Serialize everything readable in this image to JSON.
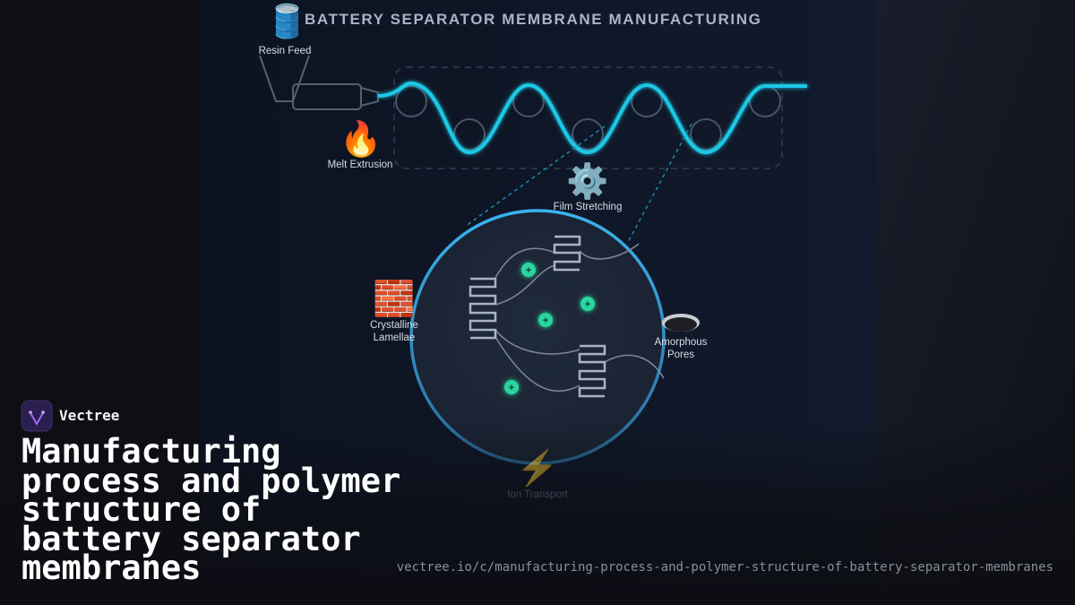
{
  "diagram": {
    "title": "BATTERY SEPARATOR MEMBRANE MANUFACTURING",
    "title_icon": "oil-drum-icon",
    "steps": [
      {
        "label": "Resin Feed",
        "icon": "oil-drum-icon"
      },
      {
        "label": "Melt Extrusion",
        "icon": "fire-icon"
      },
      {
        "label": "Film Stretching",
        "icon": "gear-icon"
      }
    ],
    "structure": {
      "crystalline_label": "Crystalline\nLamellae",
      "crystalline_icon": "brick-icon",
      "amorphous_label": "Amorphous\nPores",
      "amorphous_icon": "hole-icon",
      "ion_label": "Ion Transport",
      "ion_icon": "lightning-icon",
      "ion_symbol": "+"
    },
    "colors": {
      "film": "#1ec8e6",
      "circle": "#3aa9e8",
      "ion": "#2ad6a0",
      "background": "#0d1424"
    }
  },
  "brand": {
    "name": "Vectree"
  },
  "caption": {
    "headline": "Manufacturing process and polymer structure of battery separator membranes",
    "url": "vectree.io/c/manufacturing-process-and-polymer-structure-of-battery-separator-membranes"
  }
}
